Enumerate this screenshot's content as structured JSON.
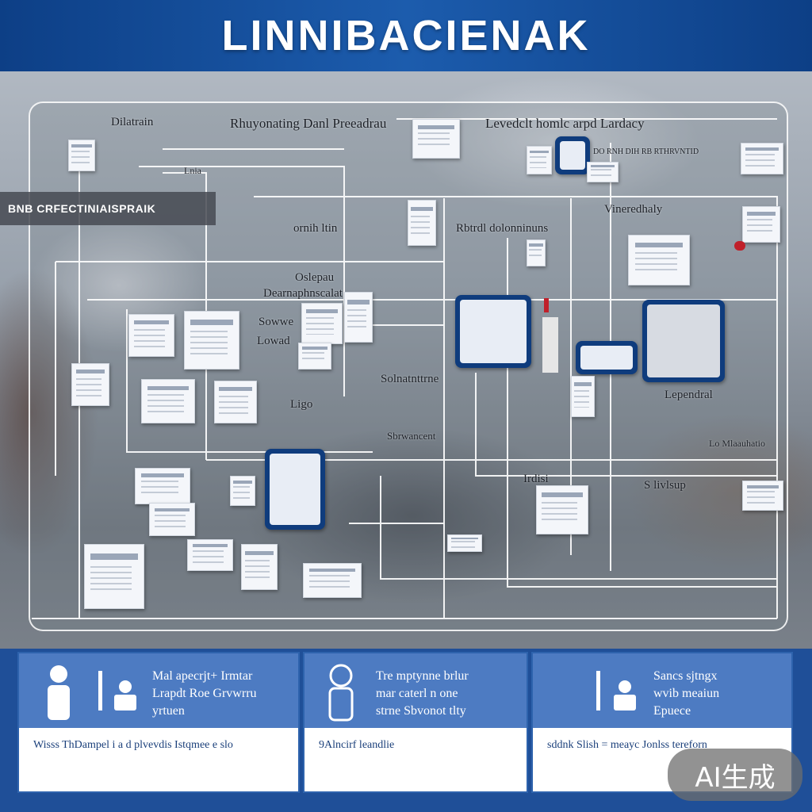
{
  "banner": {
    "title": "LINNIBACIENAK"
  },
  "section_bar": {
    "label": "BNB CRFECTINIAISPRAIK"
  },
  "diagram": {
    "labels": {
      "top_1": "Dilatrain",
      "top_2": "Rhuyonating Danl Preeadrau",
      "top_3": "Levedclt homlc arpd Lardacy",
      "top_4": "Lnia",
      "top_5": "DO RNH DIH RB RTHRVNTID",
      "mid_1": "Vineredhaly",
      "mid_2": "ornih ltin",
      "mid_3": "Rbtrdl dolonninuns",
      "mid_4": "Oslepau",
      "mid_5": "Dearnaphnscalat",
      "mid_6": "Sowwe",
      "mid_7": "Lowad",
      "mid_8": "Solnatnttrne",
      "mid_9": "Lependral",
      "mid_10": "Ligo",
      "mid_11": "Sbrwancent",
      "low_1": "Irdisi",
      "low_2": "S livlsup",
      "low_3": "Lo Mlaauhatio"
    }
  },
  "cards": [
    {
      "head": "Mal apecrjt+ Irmtar\nLrapdt Roe  Grvwrru\nyrtuen",
      "foot": "Wisss ThDampel  i  a  d plvevdis  Istqmee e slo"
    },
    {
      "head": "Tre mptynne      brlur\nmar caterl n       one\nstrne Sbvonot tlty",
      "foot": "9Alncirf leandlie"
    },
    {
      "head": "Sancs  sjtngx\nwvib meaiun\nEpuece",
      "foot": "sddnk  Slish  =  meayc Jonlss tereforn"
    }
  ],
  "badge": {
    "text": "AI生成"
  },
  "colors": {
    "banner": "#0d3f86",
    "band": "#1f4f98",
    "card_head": "#4d7bc2",
    "accent_red": "#c0202a"
  },
  "icons": [
    "person-icon",
    "document-icon",
    "monitor-icon",
    "doctor-portrait-icon",
    "folder-icon"
  ]
}
